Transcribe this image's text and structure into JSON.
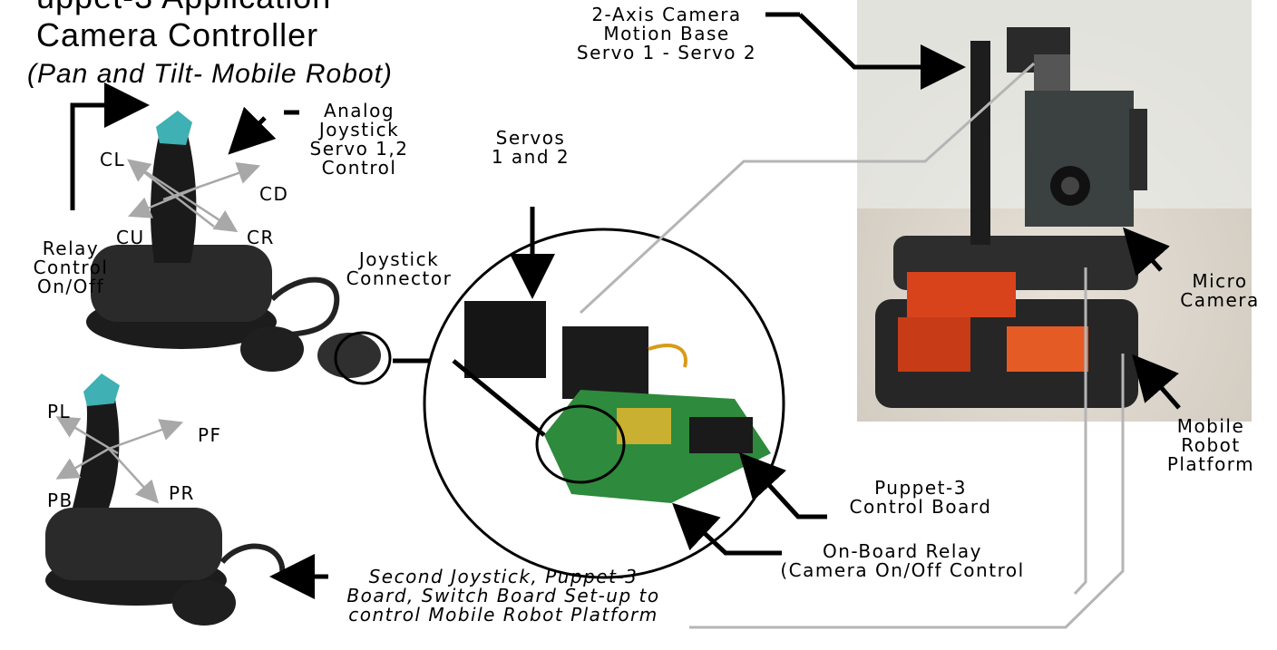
{
  "title": {
    "line1_partial": "uppet-3 Application",
    "line2": "Camera Controller",
    "subtitle": "(Pan and Tilt- Mobile Robot)"
  },
  "labels": {
    "camera_base": [
      "2-Axis Camera",
      "Motion Base",
      "Servo 1 - Servo 2"
    ],
    "analog_joystick": [
      "Analog",
      "Joystick",
      "Servo 1,2",
      "Control"
    ],
    "relay_control": [
      "Relay",
      "Control",
      "On/Off"
    ],
    "servos": [
      "Servos",
      "1 and 2"
    ],
    "joystick_connector": [
      "Joystick",
      "Connector"
    ],
    "micro_camera": [
      "Micro",
      "Camera"
    ],
    "mobile_platform": [
      "Mobile",
      "Robot",
      "Platform"
    ],
    "puppet_board": [
      "Puppet-3",
      "Control Board"
    ],
    "onboard_relay": [
      "On-Board Relay",
      "(Camera On/Off Control"
    ],
    "second_joystick": [
      "Second Joystick, Puppet-3",
      "Board, Switch Board Set-up to",
      "control Mobile Robot Platform"
    ]
  },
  "directions": {
    "camera": {
      "up_left": "CL",
      "down_right": "CR",
      "down_left": "CU",
      "up_right": "CD"
    },
    "platform": {
      "up_left": "PL",
      "down_right": "PR",
      "down_left": "PB",
      "up_right": "PF"
    }
  },
  "colors": {
    "arrow": "#000000",
    "leader_gray": "#b5b5b5",
    "direction_gray": "#a8a8a8",
    "joystick_teal": "#3fb0b3",
    "robot_tread_red": "#d9431c",
    "board_green": "#2e8a3c"
  }
}
